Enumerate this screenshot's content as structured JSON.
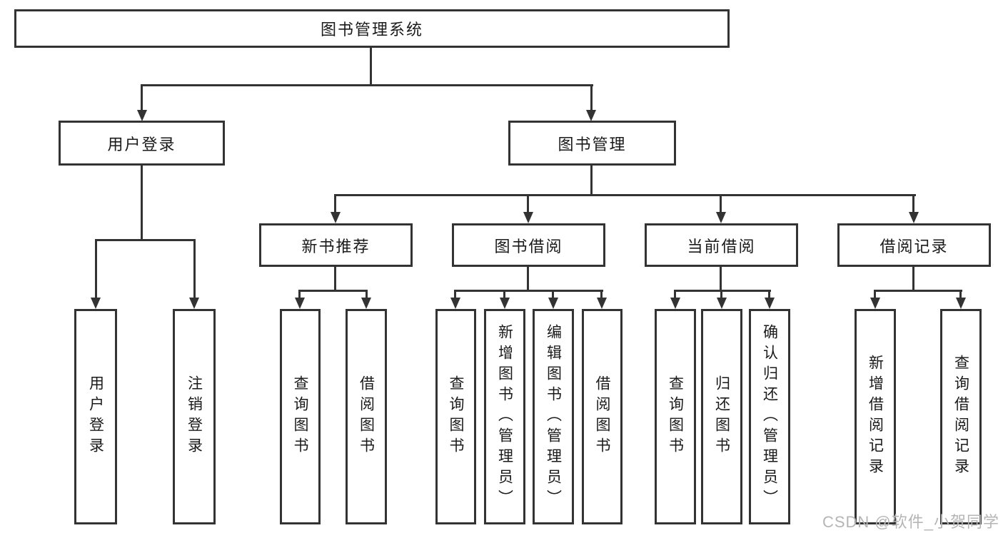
{
  "tree": {
    "root": {
      "label": "图书管理系统"
    },
    "branches": [
      {
        "label": "用户登录",
        "children": [
          {
            "label": "用户登录"
          },
          {
            "label": "注销登录"
          }
        ]
      },
      {
        "label": "图书管理",
        "children": [
          {
            "label": "新书推荐",
            "children": [
              {
                "label": "查询图书"
              },
              {
                "label": "借阅图书"
              }
            ]
          },
          {
            "label": "图书借阅",
            "children": [
              {
                "label": "查询图书"
              },
              {
                "label": "新增图书（管理员）"
              },
              {
                "label": "编辑图书（管理员）"
              },
              {
                "label": "借阅图书"
              }
            ]
          },
          {
            "label": "当前借阅",
            "children": [
              {
                "label": "查询图书"
              },
              {
                "label": "归还图书"
              },
              {
                "label": "确认归还（管理员）"
              }
            ]
          },
          {
            "label": "借阅记录",
            "children": [
              {
                "label": "新增借阅记录"
              },
              {
                "label": "查询借阅记录"
              }
            ]
          }
        ]
      }
    ]
  },
  "watermark": {
    "text": "CSDN @软件_小贺同学"
  },
  "colors": {
    "line": "#333333",
    "text": "#1a1a1a",
    "box_fill": "#ffffff",
    "background": "#ffffff",
    "watermark": "#b5b5b5"
  }
}
